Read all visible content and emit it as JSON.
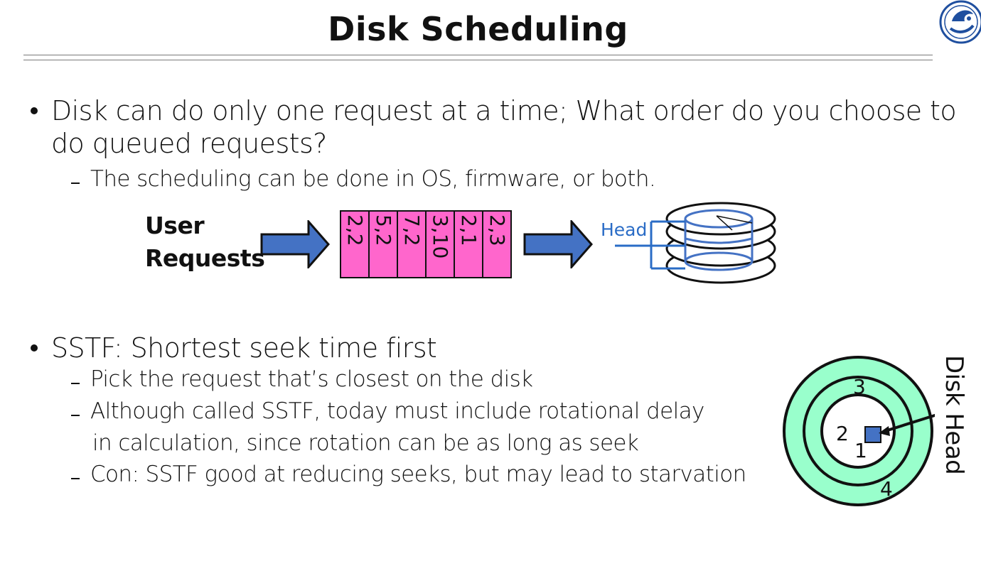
{
  "slide": {
    "title": "Disk Scheduling"
  },
  "bullets": [
    {
      "text_line1": "Disk can do only one request at a time; What order do you choose to",
      "text_line2": "do queued requests?"
    },
    {
      "text": "SSTF: Shortest seek time first"
    }
  ],
  "subs": [
    {
      "text": "The scheduling can be done in OS, firmware, or both."
    },
    {
      "text": "Pick the request that’s closest on the disk"
    },
    {
      "text_line1": "Although called SSTF, today must include rotational delay",
      "text_line2": "in calculation, since rotation can be as long as seek"
    },
    {
      "text": "Con: SSTF good at reducing seeks, but may lead to starvation"
    }
  ],
  "diagram1": {
    "user_label_line1": "User",
    "user_label_line2": "Requests",
    "queue": [
      "2,2",
      "5,2",
      "7,2",
      "3,10",
      "2,1",
      "2,3"
    ],
    "head_label": "Head",
    "arrow_color": "#4472c4",
    "queue_color": "#ff66cc",
    "head_color": "#2a6cc6"
  },
  "diagram2": {
    "ring_labels": [
      "3",
      "2",
      "1",
      "4"
    ],
    "disk_head_label": "Disk Head",
    "disk_color": "#99ffcc",
    "head_square_color": "#4472c4"
  },
  "icons": {
    "logo": "university-seal-icon",
    "bullet": "bullet-dot-icon",
    "dash": "dash-icon"
  }
}
